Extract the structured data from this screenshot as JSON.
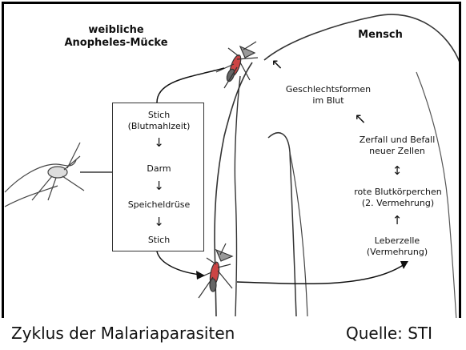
{
  "labels": {
    "insect_line1": "weibliche",
    "insect_line2": "Anopheles-Mücke",
    "human": "Mensch",
    "gametocytes_line1": "Geschlechtsformen",
    "gametocytes_line2": "im Blut",
    "decay_line1": "Zerfall und Befall",
    "decay_line2": "neuer Zellen",
    "rbc_line1": "rote Blutkörperchen",
    "rbc_line2": "(2. Vermehrung)",
    "liver_line1": "Leberzelle",
    "liver_line2": "(Vermehrung)"
  },
  "mosquito_cycle": {
    "bite_line1": "Stich",
    "bite_line2": "(Blutmahlzeit)",
    "gut": "Darm",
    "salivary_gland": "Speicheldrüse",
    "bite_end": "Stich"
  },
  "symbols": {
    "down_arrow": "↓",
    "up_arrow": "↑",
    "updown_arrow": "↕",
    "upleft_arrow": "↖"
  },
  "caption": {
    "title": "Zyklus der Malariaparasiten",
    "source": "Quelle: STI"
  }
}
